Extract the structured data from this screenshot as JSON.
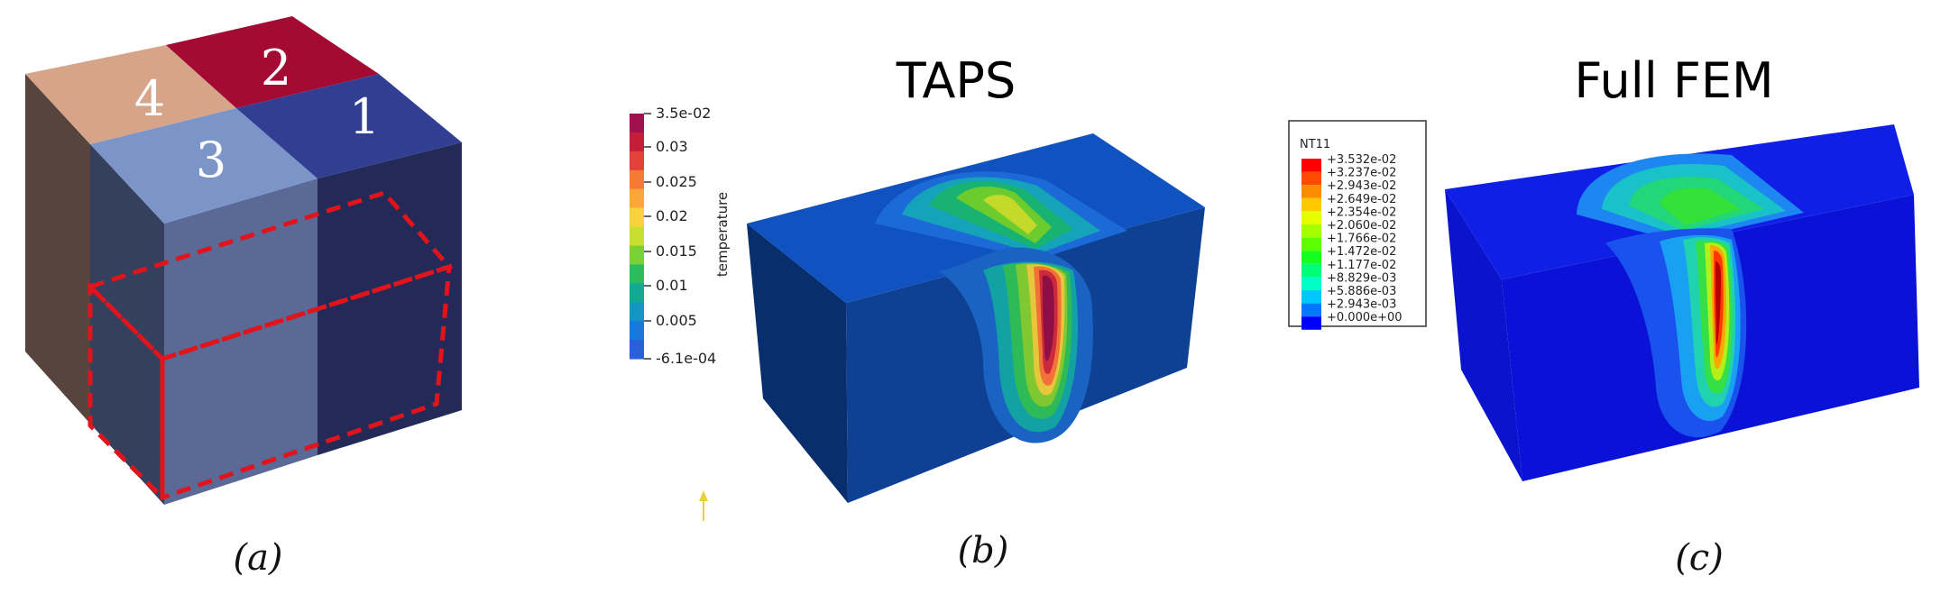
{
  "panel_a": {
    "caption": "(a)",
    "block_labels": [
      "4",
      "2",
      "3",
      "1"
    ]
  },
  "panel_b": {
    "caption": "(b)",
    "title": "TAPS",
    "colorbar": {
      "title": "temperature",
      "labels": [
        "3.5e-02",
        "0.03",
        "0.025",
        "0.02",
        "0.015",
        "0.01",
        "0.005",
        "-6.1e-04"
      ],
      "colors": [
        "#a0124d",
        "#c81d3a",
        "#e6403b",
        "#f47a3a",
        "#f9a63b",
        "#f7d23a",
        "#c7e02e",
        "#7ad13a",
        "#2fbb5d",
        "#12a892",
        "#1596c2",
        "#1c78d6",
        "#2a5fd8"
      ]
    }
  },
  "panel_c": {
    "caption": "(c)",
    "title": "Full FEM",
    "legend": {
      "title": "NT11",
      "labels": [
        "+3.532e-02",
        "+3.237e-02",
        "+2.943e-02",
        "+2.649e-02",
        "+2.354e-02",
        "+2.060e-02",
        "+1.766e-02",
        "+1.472e-02",
        "+1.177e-02",
        "+8.829e-03",
        "+5.886e-03",
        "+2.943e-03",
        "+0.000e+00"
      ],
      "colors": [
        "#ff0000",
        "#ff4a00",
        "#ff8c00",
        "#ffc800",
        "#e6ff00",
        "#a6ff00",
        "#5cff00",
        "#14ff1e",
        "#00ff78",
        "#00ffc8",
        "#00c8ff",
        "#0078ff",
        "#0000ff"
      ]
    }
  }
}
